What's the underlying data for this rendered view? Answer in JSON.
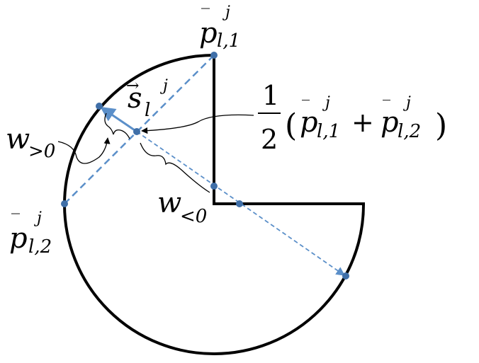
{
  "labels": {
    "p_l1": {
      "base": "p",
      "bar": "‾",
      "sup": "j",
      "sub": "l,1"
    },
    "p_l2": {
      "base": "p",
      "bar": "‾",
      "sup": "j",
      "sub": "l,2"
    },
    "s_l": {
      "base": "s",
      "arrow": "→",
      "sup": "j",
      "sub": "l"
    },
    "w_pos": {
      "base": "w",
      "sub": ">0"
    },
    "w_neg": {
      "base": "w",
      "sub": "<0"
    },
    "midpoint": {
      "numerator": "1",
      "denominator": "2",
      "open": "(",
      "plus": "+",
      "close": ")",
      "p1": {
        "base": "p",
        "sup": "j",
        "sub": "l,1"
      },
      "p2": {
        "base": "p",
        "sup": "j",
        "sub": "l,2"
      }
    }
  },
  "colors": {
    "outline": "#000000",
    "accent": "#5b8fc9",
    "point": "#3f6fa8"
  }
}
